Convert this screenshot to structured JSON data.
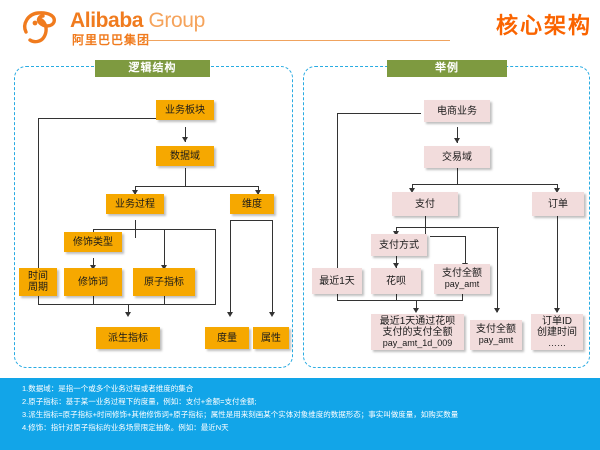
{
  "header": {
    "brand_en": "Alibaba",
    "brand_en_suffix": "Group",
    "brand_cn": "阿里巴巴集团",
    "logo_icon": "alibaba-logo-icon",
    "title": "核心架构"
  },
  "panels": [
    {
      "id": "left",
      "title": "逻辑结构"
    },
    {
      "id": "right",
      "title": "举例"
    }
  ],
  "left_diagram": {
    "nodes": [
      {
        "key": "n1",
        "label": "业务板块"
      },
      {
        "key": "n2",
        "label": "数据域"
      },
      {
        "key": "n3",
        "label": "业务过程"
      },
      {
        "key": "n4",
        "label": "维度"
      },
      {
        "key": "n5",
        "label": "修饰类型"
      },
      {
        "key": "n6",
        "label": "时间\n周期",
        "line1": "时间",
        "line2": "周期"
      },
      {
        "key": "n7",
        "label": "修饰词"
      },
      {
        "key": "n8",
        "label": "原子指标"
      },
      {
        "key": "n9",
        "label": "派生指标"
      },
      {
        "key": "n10",
        "label": "度量"
      },
      {
        "key": "n11",
        "label": "属性"
      }
    ]
  },
  "right_diagram": {
    "nodes": [
      {
        "key": "r1",
        "label": "电商业务"
      },
      {
        "key": "r2",
        "label": "交易域"
      },
      {
        "key": "r3",
        "label": "支付"
      },
      {
        "key": "r4",
        "label": "订单"
      },
      {
        "key": "r5",
        "label": "支付方式"
      },
      {
        "key": "r6",
        "label": "最近1天"
      },
      {
        "key": "r7",
        "label": "花呗"
      },
      {
        "key": "r8",
        "line1": "支付全额",
        "line2": "pay_amt"
      },
      {
        "key": "r9",
        "line1": "最近1天通过花呗",
        "line2": "支付的支付全额",
        "line3": "pay_amt_1d_009"
      },
      {
        "key": "r10",
        "line1": "支付全额",
        "line2": "pay_amt"
      },
      {
        "key": "r11",
        "line1": "订单ID",
        "line2": "创建时间",
        "line3": "……"
      }
    ]
  },
  "footer": {
    "lines": [
      "1.数据域：是指一个或多个业务过程或者维度的集合",
      "2.原子指标：基于某一业务过程下的度量，例如：支付+金额=支付金额;",
      "3.派生指标=原子指标+时间修饰+其他修饰词+原子指标；属性是用来刻画某个实体对象维度的数据形态；事实叫做度量，如购买数量",
      "4.修饰：指针对原子指标的业务场景限定抽象。例如：最近N天"
    ]
  },
  "colors": {
    "brand_orange": "#F07B1E",
    "title_orange": "#FA6400",
    "panel_border": "#29ABE2",
    "panel_title_green": "#7E9A40",
    "node_amber": "#F6A800",
    "node_pink": "#F2DCDC",
    "footer_blue": "#12A5E8",
    "connector": "#333333"
  }
}
